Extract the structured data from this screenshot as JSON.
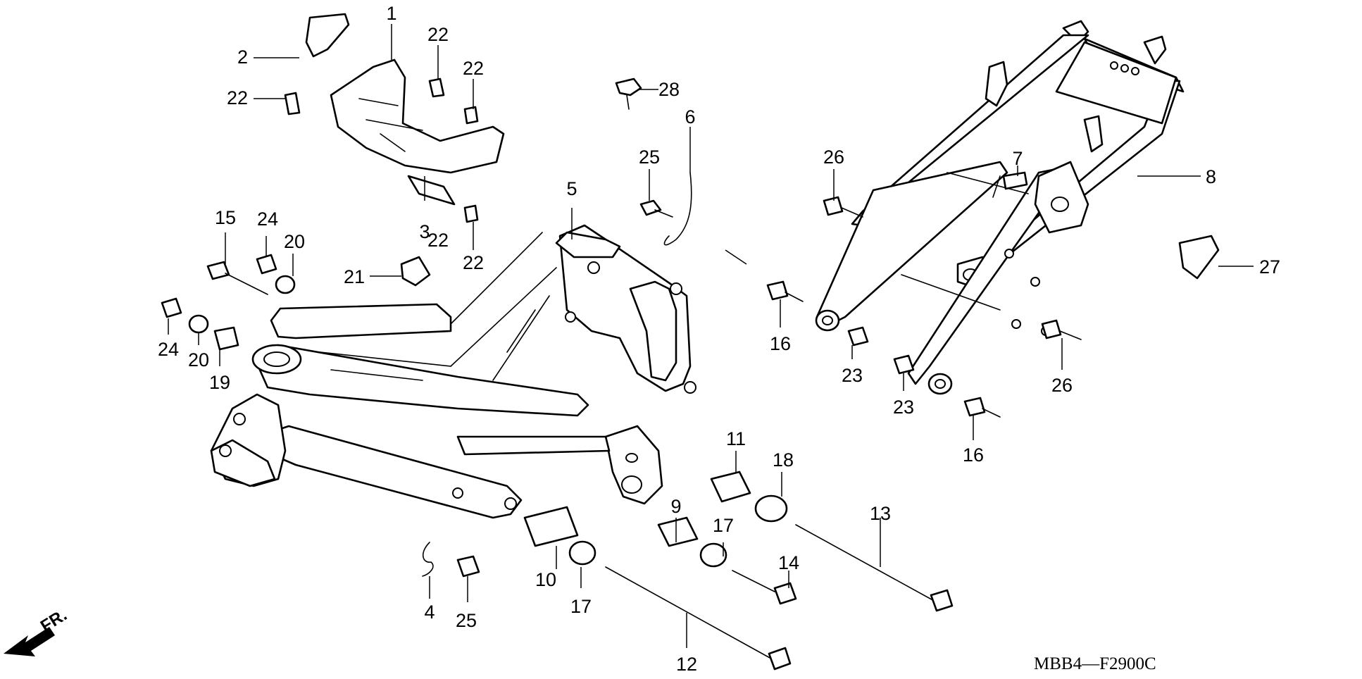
{
  "diagram": {
    "code": "MBB4—F2900C",
    "direction": "FR.",
    "callouts": [
      "1",
      "2",
      "22",
      "22",
      "22",
      "22",
      "22",
      "28",
      "6",
      "25",
      "3",
      "5",
      "26",
      "7",
      "8",
      "15",
      "24",
      "20",
      "21",
      "27",
      "24",
      "20",
      "19",
      "16",
      "23",
      "26",
      "23",
      "16",
      "11",
      "18",
      "9",
      "17",
      "13",
      "14",
      "10",
      "17",
      "4",
      "25",
      "12"
    ]
  }
}
